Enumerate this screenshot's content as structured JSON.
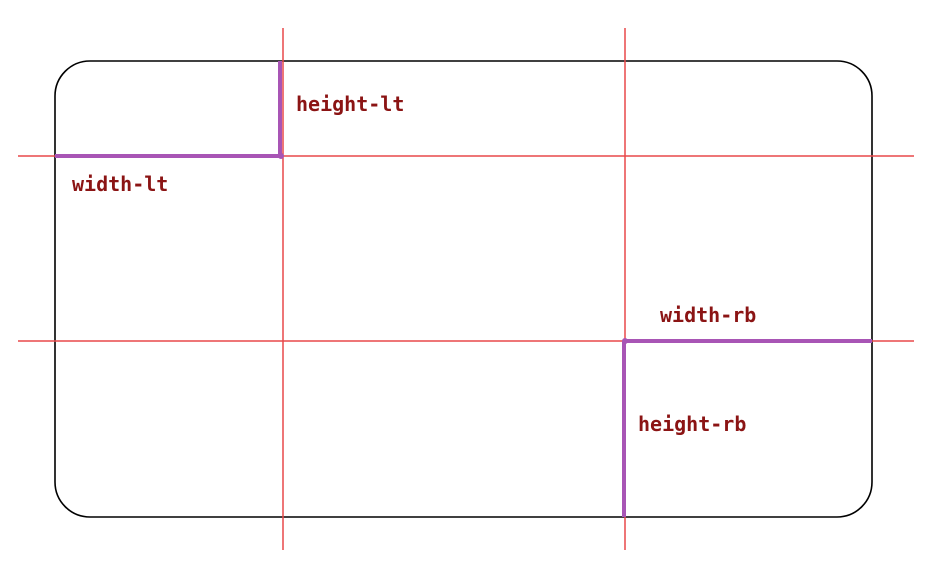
{
  "labels": {
    "height_lt": "height-lt",
    "width_lt": "width-lt",
    "width_rb": "width-rb",
    "height_rb": "height-rb"
  },
  "colors": {
    "background": "#ffffff",
    "box_outline": "#000000",
    "guide_lines": "#e8484a",
    "measure_lines": "#a855b5",
    "label_text": "#8b1414"
  }
}
